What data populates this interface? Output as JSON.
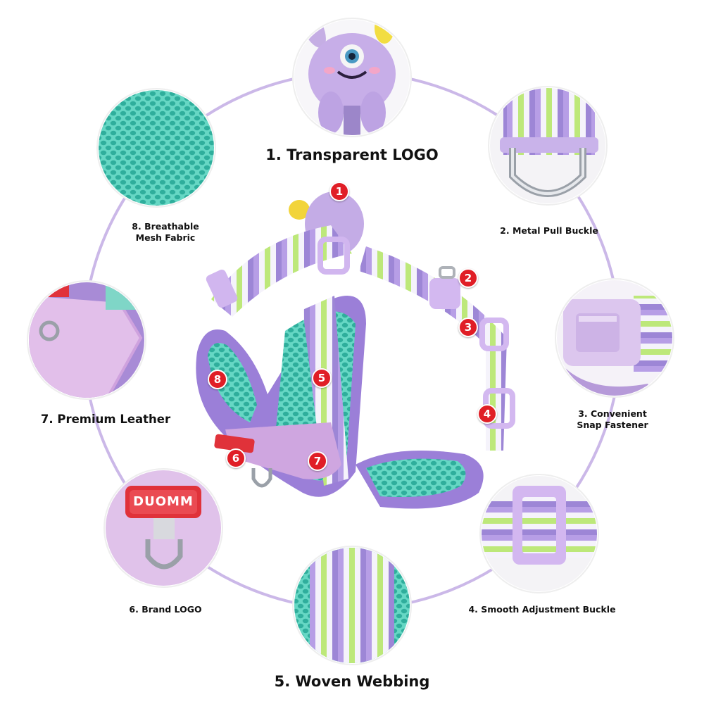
{
  "features": [
    {
      "id": 1,
      "title": "1. Transparent LOGO"
    },
    {
      "id": 2,
      "title": "2. Metal Pull Buckle"
    },
    {
      "id": 3,
      "title_lines": [
        "3. Convenient",
        "Snap Fastener"
      ]
    },
    {
      "id": 4,
      "title": "4. Smooth Adjustment Buckle"
    },
    {
      "id": 5,
      "title": "5. Woven Webbing"
    },
    {
      "id": 6,
      "title": "6. Brand LOGO"
    },
    {
      "id": 7,
      "title": "7. Premium Leather"
    },
    {
      "id": 8,
      "title_lines": [
        "8. Breathable",
        "Mesh Fabric"
      ]
    }
  ],
  "markers": [
    "1",
    "2",
    "3",
    "4",
    "5",
    "6",
    "7",
    "8"
  ],
  "brand_tag": "DUOMM",
  "colors": {
    "ring": "#c9b6e6",
    "lavender": "#b59fe0",
    "mint": "#5fd3c0",
    "lime": "#b5e36a",
    "leather": "#cfa6e0",
    "brand_red": "#e0323a",
    "marker": "#e01e26"
  }
}
